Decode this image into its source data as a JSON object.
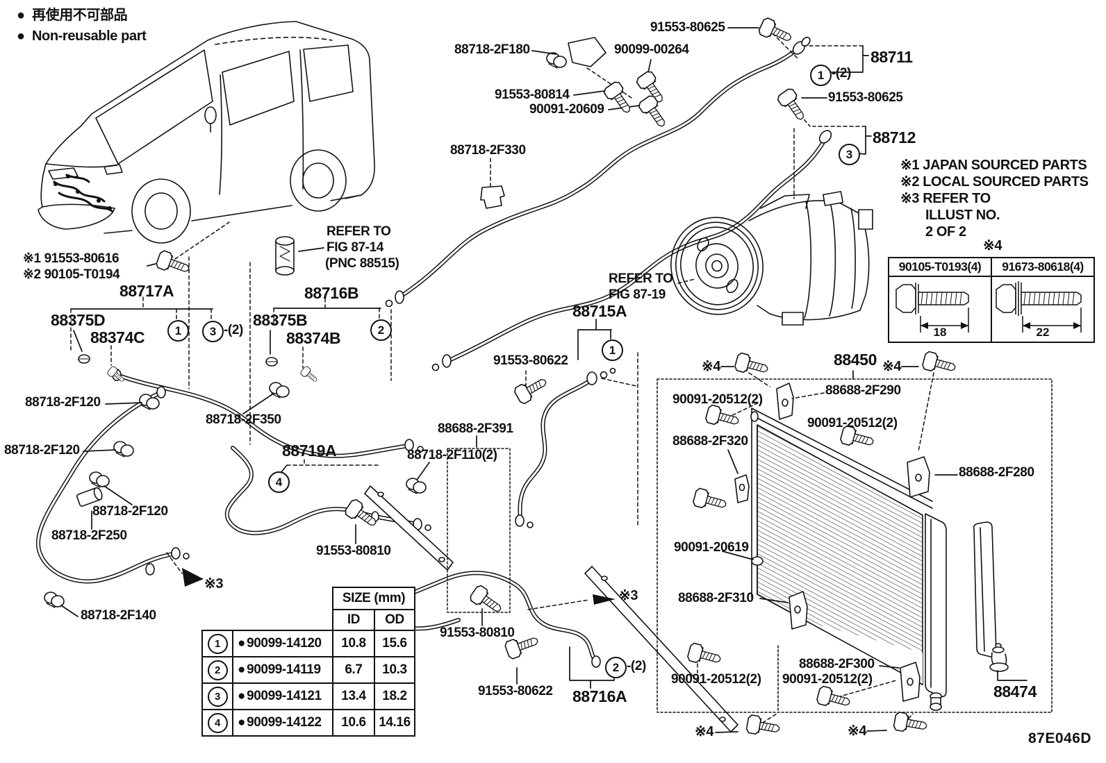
{
  "legend": {
    "jp": "再使用不可部品",
    "en": "Non-reusable part"
  },
  "diagram_code": "87E046D",
  "marks": {
    "x3": "※3",
    "x4": "※4",
    "suffix2": "-(2)",
    "bullet": "●"
  },
  "callouts": {
    "one": "1",
    "two": "2",
    "three": "3",
    "four": "4"
  },
  "notes": {
    "n1": "※1 JAPAN SOURCED PARTS",
    "n2": "※2 LOCAL SOURCED PARTS",
    "n3": "※3 REFER TO",
    "n4": "ILLUST NO.",
    "n5": "2 OF 2"
  },
  "refs": {
    "fig14_l1": "REFER TO",
    "fig14_l2": "FIG 87-14",
    "fig14_l3": "(PNC 88515)",
    "fig19_l1": "REFER TO",
    "fig19_l2": "FIG 87-19"
  },
  "parts": {
    "p91553_80625": "91553-80625",
    "p88718_2F180": "88718-2F180",
    "p90099_00264": "90099-00264",
    "p91553_80814": "91553-80814",
    "p90091_20609": "90091-20609",
    "p88711": "88711",
    "p88712": "88712",
    "p88718_2F330": "88718-2F330",
    "p91553_80616": "※1 91553-80616",
    "p90105_T0194": "※2 90105-T0194",
    "p88717A": "88717A",
    "p88716B": "88716B",
    "p88375D": "88375D",
    "p88374C": "88374C",
    "p88375B": "88375B",
    "p88374B": "88374B",
    "p88715A": "88715A",
    "p91553_80622": "91553-80622",
    "p88718_2F120": "88718-2F120",
    "p88718_2F350": "88718-2F350",
    "p88719A": "88719A",
    "p88688_2F391": "88688-2F391",
    "p88718_2F110": "88718-2F110(2)",
    "p88718_2F250": "88718-2F250",
    "p91553_80810": "91553-80810",
    "p88718_2F140": "88718-2F140",
    "p88716A": "88716A",
    "p88450": "88450",
    "p88474": "88474",
    "p88688_2F290": "88688-2F290",
    "p88688_2F320": "88688-2F320",
    "p88688_2F280": "88688-2F280",
    "p88688_2F310": "88688-2F310",
    "p88688_2F300": "88688-2F300",
    "p90091_20512": "90091-20512(2)",
    "p90091_20619": "90091-20619"
  },
  "bolt_table": {
    "mark": "※4",
    "columns": [
      {
        "part": "90105-T0193(4)",
        "length": "18"
      },
      {
        "part": "91673-80618(4)",
        "length": "22"
      }
    ]
  },
  "size_table": {
    "title": "SIZE (mm)",
    "id_header": "ID",
    "od_header": "OD",
    "rows": [
      {
        "num": "1",
        "part": "90099-14120",
        "id": "10.8",
        "od": "15.6"
      },
      {
        "num": "2",
        "part": "90099-14119",
        "id": "6.7",
        "od": "10.3"
      },
      {
        "num": "3",
        "part": "90099-14121",
        "id": "13.4",
        "od": "18.2"
      },
      {
        "num": "4",
        "part": "90099-14122",
        "id": "10.6",
        "od": "14.16"
      }
    ]
  }
}
